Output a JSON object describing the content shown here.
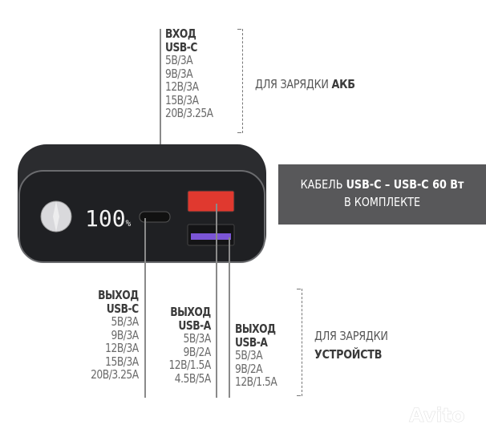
{
  "input": {
    "title": "ВХОД",
    "port": "USB-C",
    "specs": [
      "5В/3А",
      "9В/3А",
      "12В/3А",
      "15В/3А",
      "20В/3.25А"
    ]
  },
  "input_note": {
    "text": "ДЛЯ ЗАРЯДКИ ",
    "bold": "АКБ"
  },
  "cable": {
    "prefix": "КАБЕЛЬ ",
    "bold": "USB-C – USB-C 60 Вт",
    "line2": "В КОМПЛЕКТЕ"
  },
  "device": {
    "display": "100",
    "percent": "%",
    "colors": {
      "body": "#2b2c2f",
      "usb_a_fast": "#e0392f",
      "usb_a": "#7b55d6"
    }
  },
  "outputs": [
    {
      "title": "ВЫХОД",
      "port": "USB-C",
      "specs": [
        "5В/3А",
        "9В/3А",
        "12В/3А",
        "15В/3А",
        "20В/3.25А"
      ]
    },
    {
      "title": "ВЫХОД",
      "port": "USB-A",
      "specs": [
        "5В/3А",
        "9В/2А",
        "12В/1.5А",
        "4.5В/5А"
      ]
    },
    {
      "title": "ВЫХОД",
      "port": "USB-A",
      "specs": [
        "5В/3А",
        "9В/2А",
        "12В/1.5А"
      ]
    }
  ],
  "output_note": {
    "line1": "ДЛЯ ЗАРЯДКИ",
    "bold": "УСТРОЙСТВ"
  },
  "watermark": "Avito"
}
